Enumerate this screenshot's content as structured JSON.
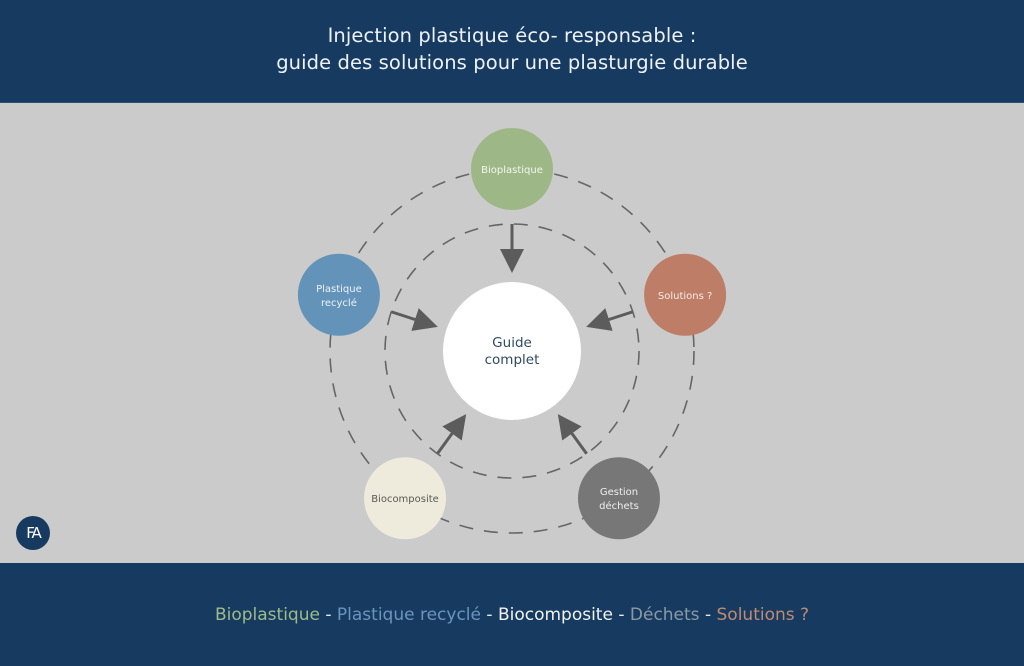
{
  "header": {
    "title_line1": "Injection plastique éco- responsable :",
    "title_line2": "guide des solutions pour une plasturgie durable"
  },
  "diagram": {
    "center": {
      "label_line1": "Guide",
      "label_line2": "complet",
      "color": "#ffffff",
      "text_color": "#2f4a62"
    },
    "nodes": [
      {
        "id": "bioplastique",
        "lines": [
          "Bioplastique"
        ],
        "color": "#9db886",
        "text_color": "#f4f6ef"
      },
      {
        "id": "solutions",
        "lines": [
          "Solutions ?"
        ],
        "color": "#bd7d66",
        "text_color": "#f7ece6"
      },
      {
        "id": "gestion-dechets",
        "lines": [
          "Gestion",
          "déchets"
        ],
        "color": "#777777",
        "text_color": "#eeeeee"
      },
      {
        "id": "biocomposite",
        "lines": [
          "Biocomposite"
        ],
        "color": "#eeeadc",
        "text_color": "#5a5a55"
      },
      {
        "id": "plastique-recycle",
        "lines": [
          "Plastique",
          "recyclé"
        ],
        "color": "#6393b9",
        "text_color": "#eef3f8"
      }
    ],
    "ring_color": "#666666",
    "arrow_color": "#5c5c5c"
  },
  "logo": {
    "text": "FA",
    "icon": "fa-logo-icon"
  },
  "footer": {
    "items": [
      {
        "label": "Bioplastique",
        "color": "#9dbb8b"
      },
      {
        "label": "Plastique recyclé",
        "color": "#6c95bd"
      },
      {
        "label": "Biocomposite",
        "color": "#f2f2ee"
      },
      {
        "label": "Déchets",
        "color": "#8c99a6"
      },
      {
        "label": "Solutions ?",
        "color": "#c08a74"
      }
    ],
    "separator": " - "
  }
}
